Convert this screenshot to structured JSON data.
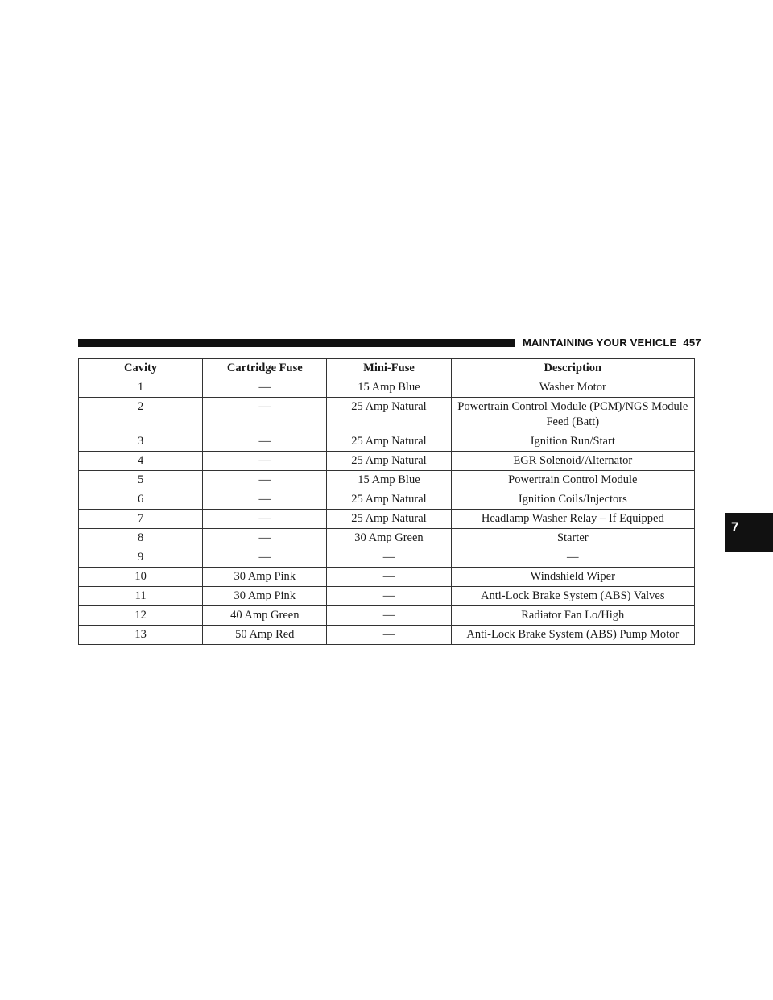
{
  "header": {
    "section_title": "MAINTAINING YOUR VEHICLE",
    "page_number": "457"
  },
  "chapter_tab": "7",
  "table": {
    "columns": [
      "Cavity",
      "Cartridge Fuse",
      "Mini-Fuse",
      "Description"
    ],
    "rows": [
      [
        "1",
        "—",
        "15 Amp Blue",
        "Washer Motor"
      ],
      [
        "2",
        "—",
        "25 Amp Natural",
        "Powertrain Control Module (PCM)/NGS Module Feed (Batt)"
      ],
      [
        "3",
        "—",
        "25 Amp Natural",
        "Ignition Run/Start"
      ],
      [
        "4",
        "—",
        "25 Amp Natural",
        "EGR Solenoid/Alternator"
      ],
      [
        "5",
        "—",
        "15 Amp Blue",
        "Powertrain Control Module"
      ],
      [
        "6",
        "—",
        "25 Amp Natural",
        "Ignition Coils/Injectors"
      ],
      [
        "7",
        "—",
        "25 Amp Natural",
        "Headlamp Washer Relay – If Equipped"
      ],
      [
        "8",
        "—",
        "30 Amp Green",
        "Starter"
      ],
      [
        "9",
        "—",
        "—",
        "—"
      ],
      [
        "10",
        "30 Amp Pink",
        "—",
        "Windshield Wiper"
      ],
      [
        "11",
        "30 Amp Pink",
        "—",
        "Anti-Lock Brake System (ABS) Valves"
      ],
      [
        "12",
        "40 Amp Green",
        "—",
        "Radiator Fan Lo/High"
      ],
      [
        "13",
        "50 Amp Red",
        "—",
        "Anti-Lock Brake System (ABS) Pump Motor"
      ]
    ]
  }
}
